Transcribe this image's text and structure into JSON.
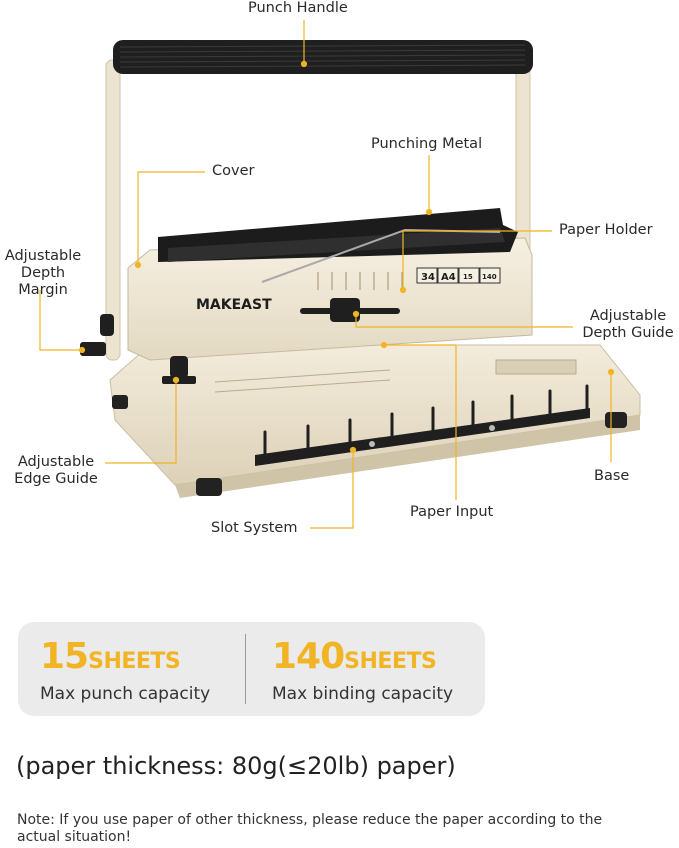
{
  "callouts": {
    "punch_handle": "Punch Handle",
    "punching_metal": "Punching Metal",
    "cover": "Cover",
    "paper_holder": "Paper Holder",
    "adjustable_depth_margin": [
      "Adjustable",
      "Depth",
      "Margin"
    ],
    "adjustable_depth_guide": [
      "Adjustable",
      "Depth Guide"
    ],
    "adjustable_edge_guide": [
      "Adjustable",
      "Edge Guide"
    ],
    "base": "Base",
    "paper_input": "Paper Input",
    "slot_system": "Slot System"
  },
  "machine": {
    "brand": "MAKEAST",
    "badge_pitch": "34",
    "badge_size": "A4",
    "badge_punch": "15",
    "badge_bind": "140"
  },
  "stats": [
    {
      "number": "15",
      "unit": "SHEETS",
      "label": "Max punch capacity"
    },
    {
      "number": "140",
      "unit": "SHEETS",
      "label": "Max binding capacity"
    }
  ],
  "paper_thickness": "(paper thickness: 80g(≤20lb) paper)",
  "note": "Note: If you use paper of other thickness, please reduce the paper according to the actual situation!",
  "colors": {
    "accent": "#f0b424",
    "body": "#efe7d4",
    "dark": "#1e1e1e"
  }
}
